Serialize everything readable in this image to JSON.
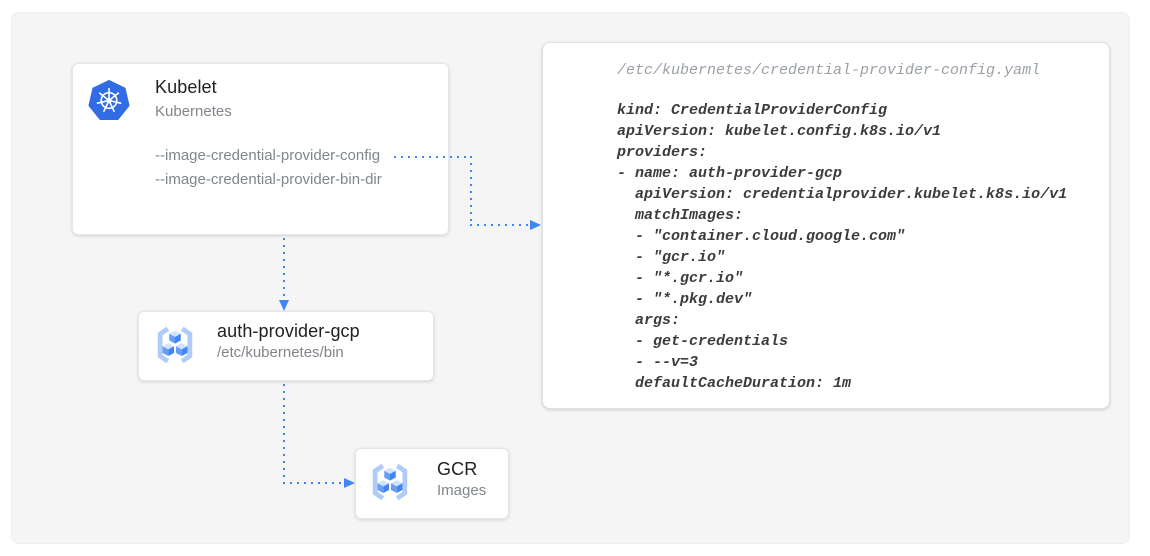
{
  "colors": {
    "arrow": "#4285F4",
    "kubernetes_blue": "#326CE5",
    "gcr_bracket_blue": "#AECBFA",
    "gcr_cube_blue": "#4285F4",
    "panel_background": "#F5F5F6",
    "card_background": "#FFFFFF",
    "title_text": "#212124",
    "muted_text": "#80868B",
    "code_text": "#3A3C3E",
    "code_path_text": "#9AA0A6"
  },
  "nodes": {
    "kubelet": {
      "icon": "kubernetes-icon",
      "title": "Kubelet",
      "subtitle": "Kubernetes",
      "flags": [
        "--image-credential-provider-config",
        "--image-credential-provider-bin-dir"
      ]
    },
    "auth_provider": {
      "icon": "gcr-icon",
      "title": "auth-provider-gcp",
      "subtitle": "/etc/kubernetes/bin"
    },
    "gcr": {
      "icon": "gcr-icon",
      "title": "GCR",
      "subtitle": "Images"
    }
  },
  "config_file": {
    "path": "/etc/kubernetes/credential-provider-config.yaml",
    "lines": [
      "kind: CredentialProviderConfig",
      "apiVersion: kubelet.config.k8s.io/v1",
      "providers:",
      "- name: auth-provider-gcp",
      "  apiVersion: credentialprovider.kubelet.k8s.io/v1",
      "  matchImages:",
      "  - \"container.cloud.google.com\"",
      "  - \"gcr.io\"",
      "  - \"*.gcr.io\"",
      "  - \"*.pkg.dev\"",
      "  args:",
      "  - get-credentials",
      "  - --v=3",
      "  defaultCacheDuration: 1m"
    ]
  },
  "edges": [
    {
      "from": "kubelet (--image-credential-provider-config)",
      "to": "config-file-panel",
      "style": "dotted-arrow"
    },
    {
      "from": "kubelet",
      "to": "auth-provider-gcp",
      "style": "dotted-arrow"
    },
    {
      "from": "auth-provider-gcp",
      "to": "gcr-images",
      "style": "dotted-arrow"
    }
  ]
}
